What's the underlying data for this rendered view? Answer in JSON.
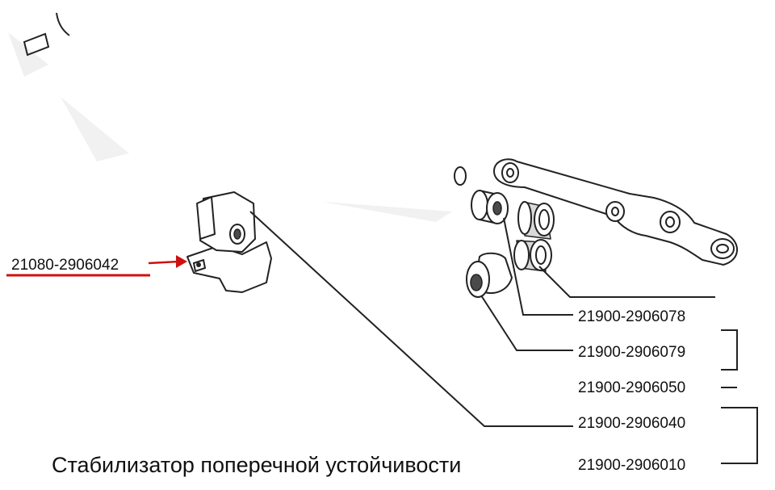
{
  "title": "Стабилизатор поперечной устойчивости",
  "highlight_color": "#d01010",
  "labels": {
    "bracket": "21080-2906042",
    "p078": "21900-2906078",
    "p079": "21900-2906079",
    "p050": "21900-2906050",
    "p040": "21900-2906040",
    "p010": "21900-2906010"
  }
}
